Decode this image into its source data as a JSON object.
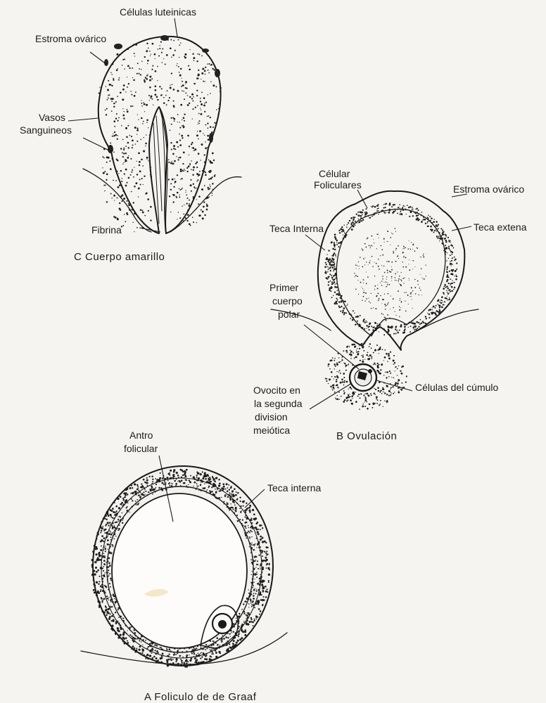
{
  "panel_c": {
    "caption": "C  Cuerpo  amarillo",
    "labels": {
      "luteal_cells": "Células luteinicas",
      "ovarian_stroma": "Estroma ovárico",
      "blood_vessels_1": "Vasos",
      "blood_vessels_2": "Sanguineos",
      "fibrin": "Fibrina"
    }
  },
  "panel_b": {
    "caption": "B  Ovulación",
    "labels": {
      "follicular_cells_1": "Célular",
      "follicular_cells_2": "Foliculares",
      "ovarian_stroma": "Estroma ovárico",
      "theca_interna": "Teca Interna",
      "theca_externa": "Teca extena",
      "polar_body_1": "Primer",
      "polar_body_2": "cuerpo",
      "polar_body_3": "polar",
      "cumulus_cells": "Células del cúmulo",
      "oocyte_1": "Ovocito en",
      "oocyte_2": "la segunda",
      "oocyte_3": "division",
      "oocyte_4": "meiótica"
    }
  },
  "panel_a": {
    "caption": "A  Foliculo de de Graaf",
    "labels": {
      "antrum_1": "Antro",
      "antrum_2": "folicular",
      "theca_interna": "Teca  interna"
    }
  }
}
